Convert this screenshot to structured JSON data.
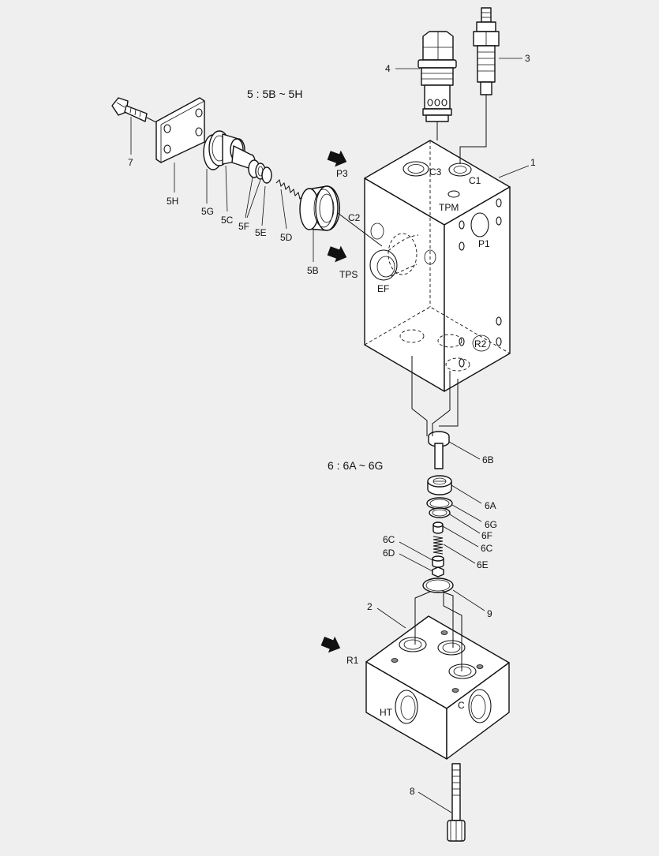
{
  "headings": {
    "group5": "5 : 5B ~ 5H",
    "group6": "6 : 6A ~ 6G"
  },
  "parts": {
    "p1": "1",
    "p2": "2",
    "p3": "3",
    "p4": "4",
    "p5b": "5B",
    "p5c": "5C",
    "p5d": "5D",
    "p5e": "5E",
    "p5f": "5F",
    "p5g": "5G",
    "p5h": "5H",
    "p6a": "6A",
    "p6b": "6B",
    "p6c_a": "6C",
    "p6c_b": "6C",
    "p6d": "6D",
    "p6e": "6E",
    "p6f": "6F",
    "p6g": "6G",
    "p7": "7",
    "p8": "8",
    "p9": "9"
  },
  "ports": {
    "c1": "C1",
    "c2": "C2",
    "c3": "C3",
    "tpm": "TPM",
    "p1": "P1",
    "r2": "R2",
    "ef": "EF",
    "tps": "TPS",
    "p3": "P3",
    "r1": "R1",
    "ht": "HT",
    "c": "C"
  },
  "icons": [
    "arrow-p3-icon",
    "arrow-tps-icon",
    "arrow-r1-icon"
  ],
  "colors": {
    "line": "#111111",
    "background": "#efefef",
    "fill": "#ffffff"
  }
}
